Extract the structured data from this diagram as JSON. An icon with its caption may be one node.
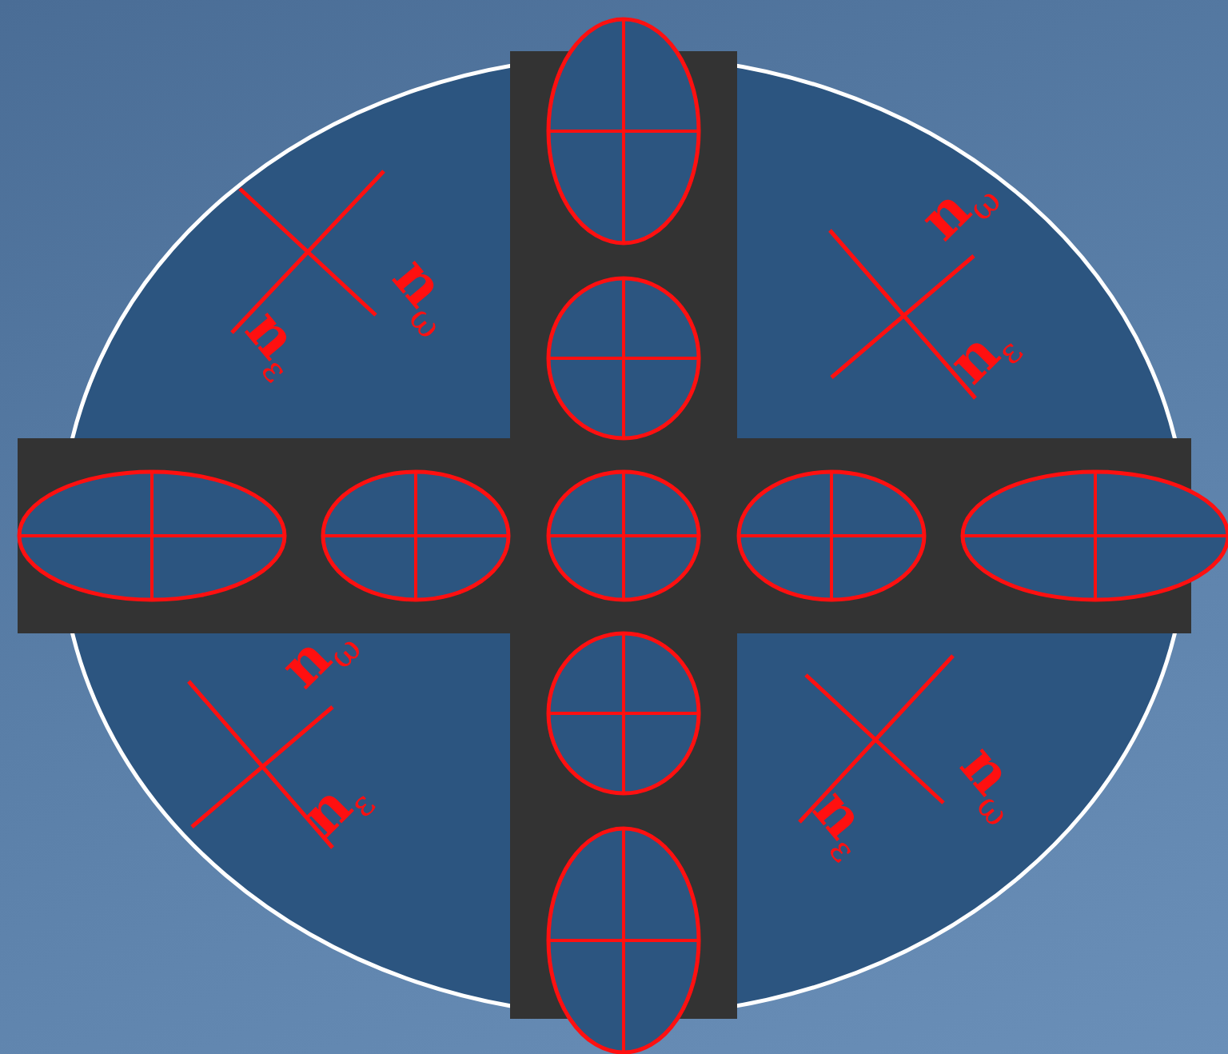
{
  "diagram": {
    "labels": [
      "n$_{ω}$",
      "n$_{ω}$",
      "n$_{ε}$",
      "n$_{ε}$",
      "n$_{ω}$",
      "n$_{ω}$",
      "n$_{ε}$",
      "n$_{ε}$"
    ]
  }
}
